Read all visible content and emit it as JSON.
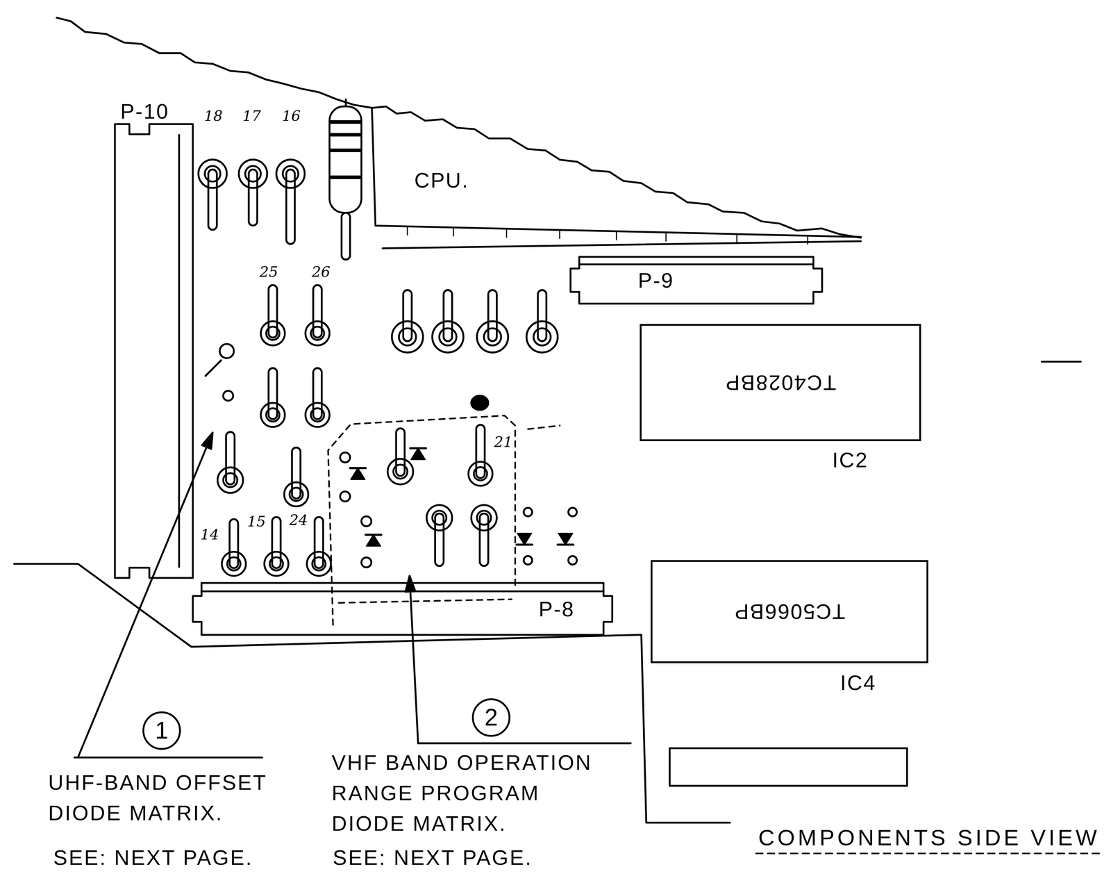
{
  "diagram": {
    "caption": "COMPONENTS SIDE VIEW",
    "nodes": [
      {
        "text": [
          "P-10"
        ]
      },
      {
        "text": [
          "CPU."
        ]
      },
      {
        "text": [
          "P-9"
        ]
      },
      {
        "text": [
          "TC4028BP",
          "IC2"
        ]
      },
      {
        "text": [
          "P-8"
        ]
      },
      {
        "text": [
          "TC5066BP",
          "IC4"
        ]
      },
      {
        "text": [
          "1"
        ]
      },
      {
        "text": [
          "2"
        ]
      }
    ],
    "labels": [
      "18",
      "17",
      "16",
      "25",
      "26",
      "21",
      "14",
      "15",
      "24",
      "UHF-BAND OFFSET DIODE MATRIX.",
      "SEE: NEXT PAGE.",
      "VHF BAND OPERATION RANGE PROGRAM DIODE MATRIX.",
      "SEE: NEXT PAGE."
    ]
  }
}
